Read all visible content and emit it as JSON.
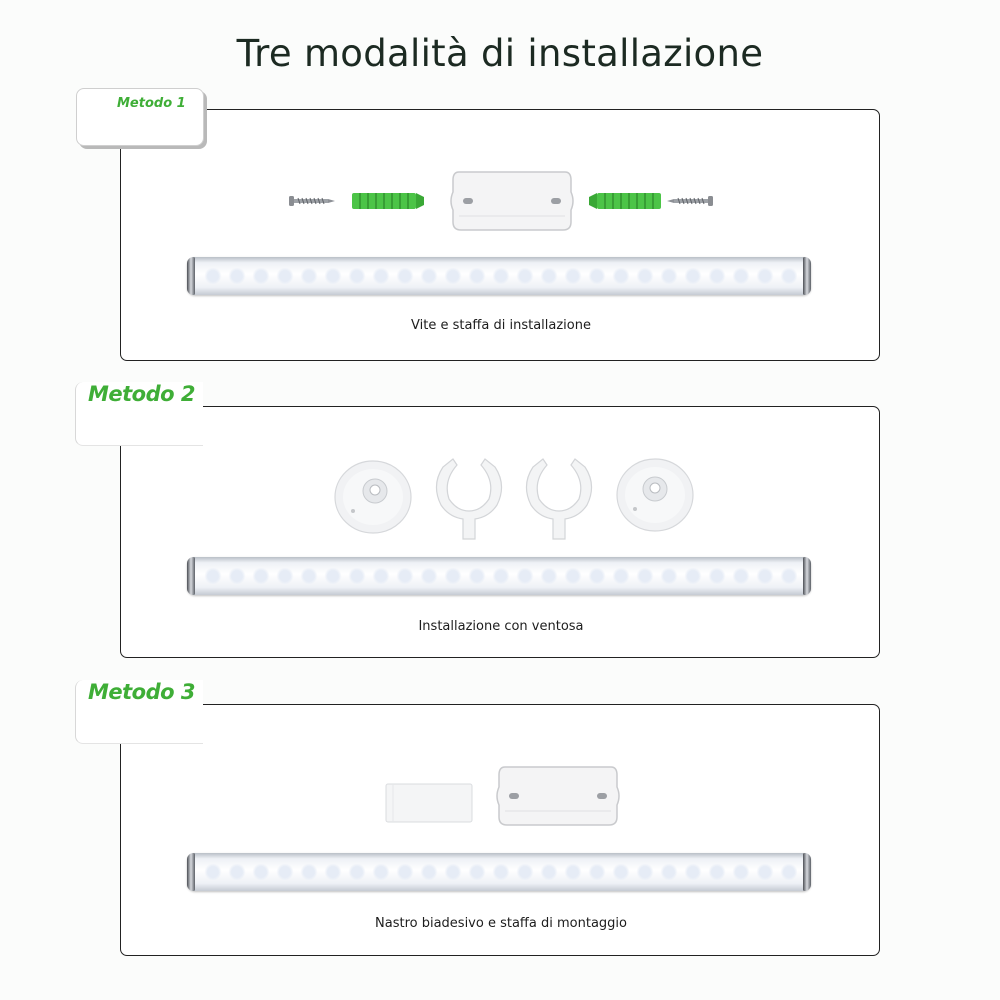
{
  "title": "Tre modalità di installazione",
  "methods": [
    {
      "label": "Metodo 1",
      "caption": "Vite e staffa di installazione"
    },
    {
      "label": "Metodo 2",
      "caption": "Installazione con ventosa"
    },
    {
      "label": "Metodo 3",
      "caption": "Nastro biadesivo e staffa di montaggio"
    }
  ],
  "colors": {
    "accent_green": "#3fae37",
    "anchor_green": "#4cc447",
    "panel_border": "#222222"
  },
  "icons": [
    "screw-icon",
    "wall-anchor-icon",
    "mounting-bracket-icon",
    "suction-cup-icon",
    "c-clip-icon",
    "adhesive-tape-icon",
    "led-light-bar-icon"
  ]
}
